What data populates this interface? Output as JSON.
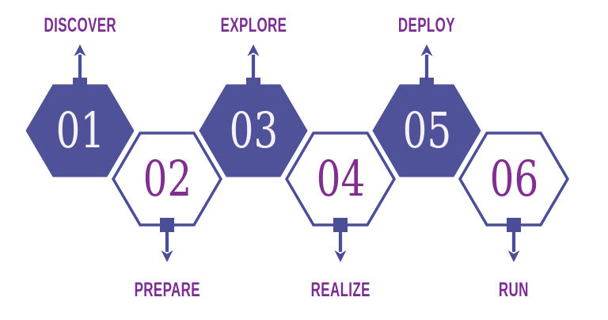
{
  "diagram": {
    "type": "process-flow-hexagons",
    "steps": [
      {
        "number": "01",
        "label": "DISCOVER",
        "label_position": "top",
        "hexagon_style": "filled",
        "arrow": "up"
      },
      {
        "number": "02",
        "label": "PREPARE",
        "label_position": "bottom",
        "hexagon_style": "outlined",
        "arrow": "down"
      },
      {
        "number": "03",
        "label": "EXPLORE",
        "label_position": "top",
        "hexagon_style": "filled",
        "arrow": "up"
      },
      {
        "number": "04",
        "label": "REALIZE",
        "label_position": "bottom",
        "hexagon_style": "outlined",
        "arrow": "down"
      },
      {
        "number": "05",
        "label": "DEPLOY",
        "label_position": "top",
        "hexagon_style": "filled",
        "arrow": "up"
      },
      {
        "number": "06",
        "label": "RUN",
        "label_position": "bottom",
        "hexagon_style": "outlined",
        "arrow": "down"
      }
    ],
    "colors": {
      "background": "#FFFFFF",
      "hexagon_fill": "#4F5299",
      "hexagon_outline": "#4A4E99",
      "arrow": "#4A4E99",
      "number_light": "#F4F2F6",
      "number_purple": "#802E90",
      "label_purple": "#7B2D91"
    }
  }
}
